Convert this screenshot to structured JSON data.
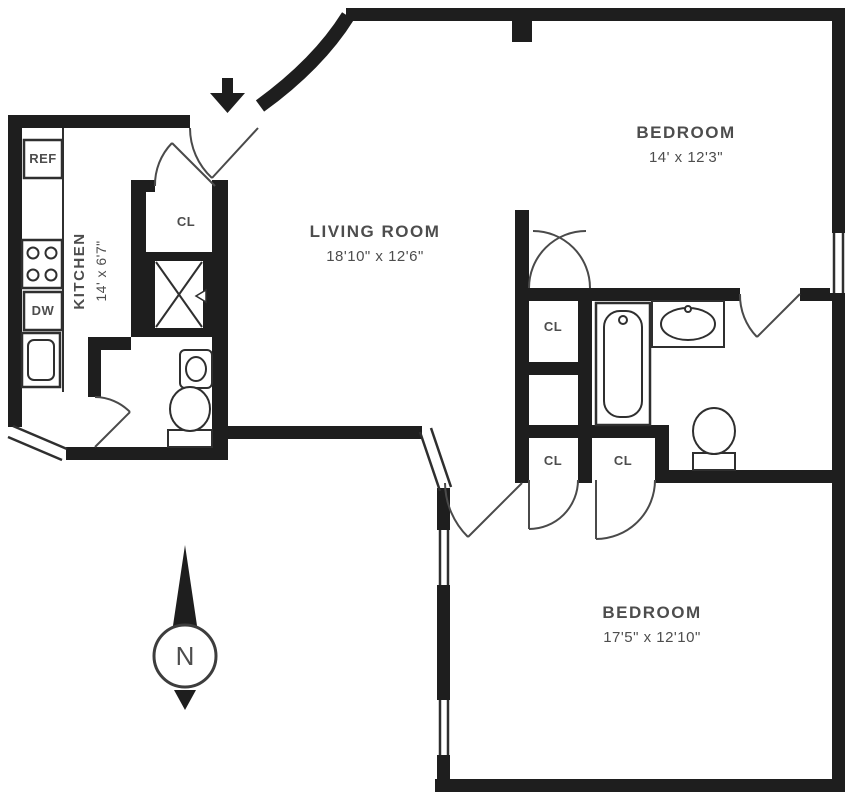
{
  "colors": {
    "wall": "#1e1e1e",
    "text": "#4d4d4d",
    "fixture_line": "#2f2f2f",
    "background": "#ffffff"
  },
  "rooms": {
    "living_room": {
      "name": "LIVING ROOM",
      "dims": "18'10\" x 12'6\""
    },
    "kitchen": {
      "name": "KITCHEN",
      "dims": "14' x 6'7\""
    },
    "bedroom_top": {
      "name": "BEDROOM",
      "dims": "14' x 12'3\""
    },
    "bedroom_bottom": {
      "name": "BEDROOM",
      "dims": "17'5\" x 12'10\""
    }
  },
  "fixtures": {
    "refrigerator": "REF",
    "dishwasher": "DW"
  },
  "closets": {
    "entry": "CL",
    "hall": "CL",
    "bedroom_left": "CL",
    "bedroom_right": "CL"
  },
  "compass": {
    "north": "N"
  }
}
